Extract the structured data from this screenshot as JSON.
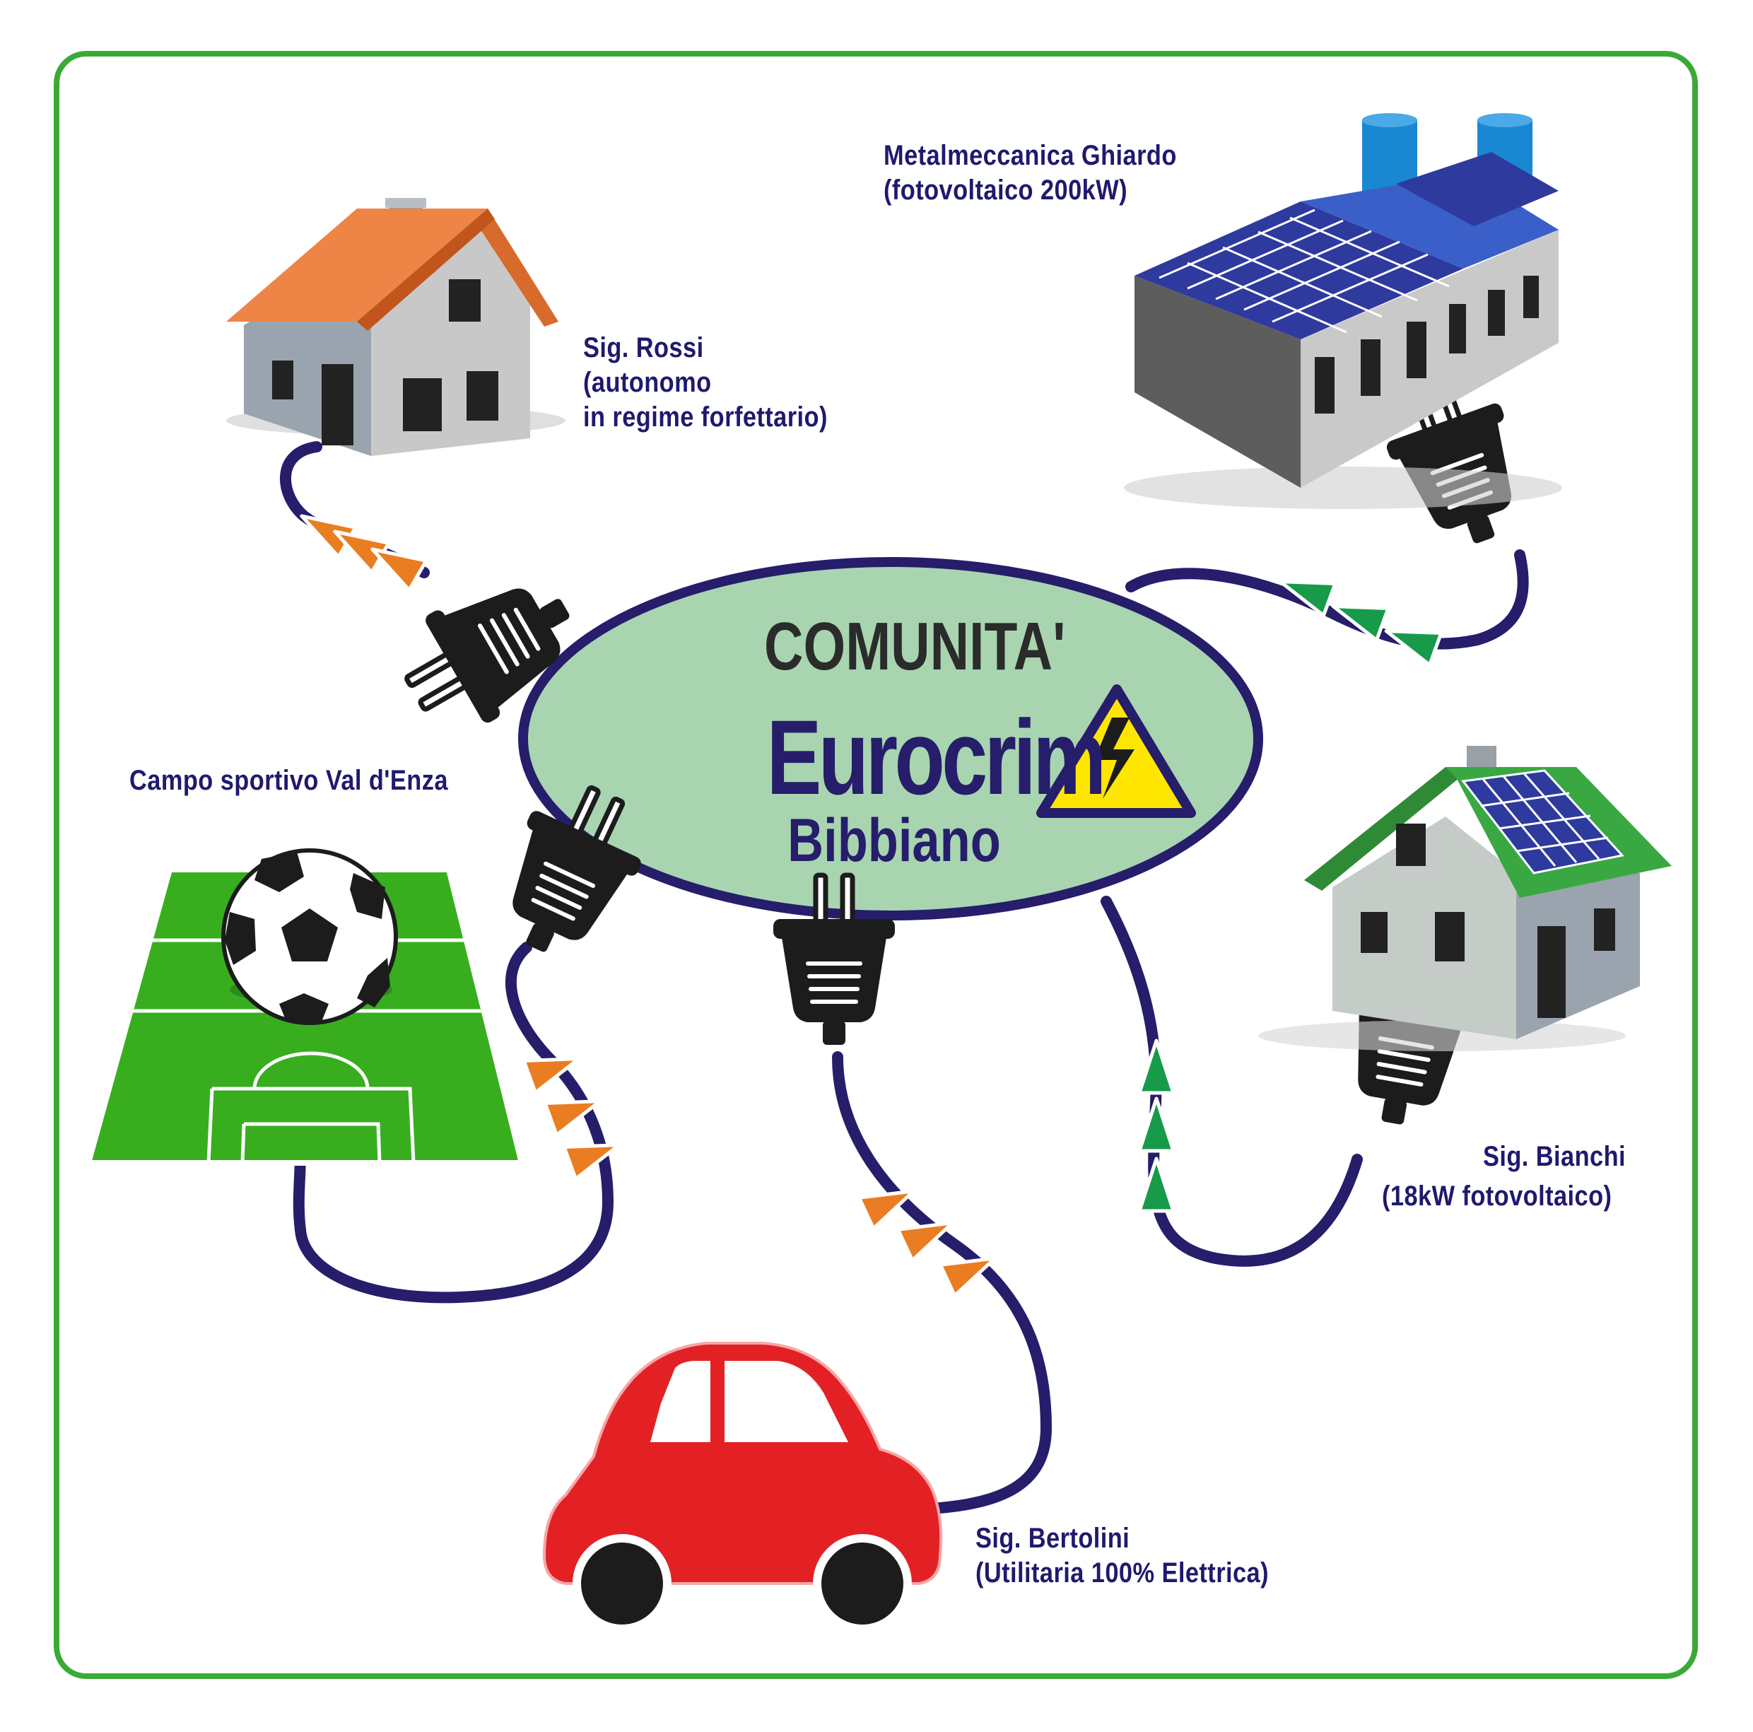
{
  "community": {
    "line1": "COMUNITA'",
    "brand": "Eurocrim",
    "line3": "Bibbiano"
  },
  "members": {
    "rossi": {
      "name": "Sig. Rossi",
      "line2": "(autonomo",
      "line3": "in regime forfettario)"
    },
    "factory": {
      "name": "Metalmeccanica Ghiardo",
      "line2": "(fotovoltaico 200kW)"
    },
    "sport": {
      "name": "Campo sportivo Val d'Enza"
    },
    "bianchi": {
      "name": "Sig. Bianchi",
      "line2": "(18kW fotovoltaico)"
    },
    "bertolini": {
      "name": "Sig. Bertolini",
      "line2": "(Utilitaria 100% Elettrica)"
    }
  },
  "colors": {
    "frame": "#3aaa35",
    "label_text": "#1f1a6e",
    "cable": "#261d6b",
    "ellipse_fill": "#a8d5b0",
    "consume_arrow": "#ea7d22",
    "produce_arrow": "#179a4a",
    "plug": "#1c1c1c",
    "house_roof_orange": "#ee8446",
    "house_roof_green": "#3aa842",
    "pitch_green": "#38ae1f",
    "car_red": "#e32125",
    "warning_yellow": "#ffe600"
  },
  "icons": [
    "house-icon",
    "factory-icon",
    "solar-panel-icon",
    "football-pitch-icon",
    "soccer-ball-icon",
    "solar-house-icon",
    "electric-car-icon",
    "plug-icon",
    "warning-bolt-icon"
  ]
}
